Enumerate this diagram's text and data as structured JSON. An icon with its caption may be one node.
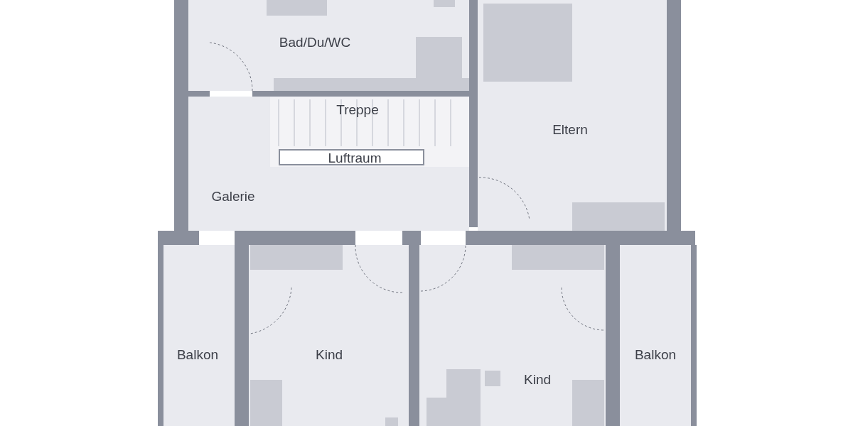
{
  "diagram": {
    "nodes": [
      {
        "text": [
          "Bad/Du/WC"
        ]
      },
      {
        "text": [
          "Eltern"
        ]
      },
      {
        "text": [
          "Galerie"
        ]
      },
      {
        "text": [
          "Treppe"
        ],
        "in": 2
      },
      {
        "text": [
          "Luftraum"
        ],
        "in": 3
      },
      {
        "text": [
          "Balkon"
        ]
      },
      {
        "text": [
          "Kind"
        ]
      },
      {
        "text": [
          "Kind"
        ]
      },
      {
        "text": [
          "Balkon"
        ]
      }
    ]
  }
}
